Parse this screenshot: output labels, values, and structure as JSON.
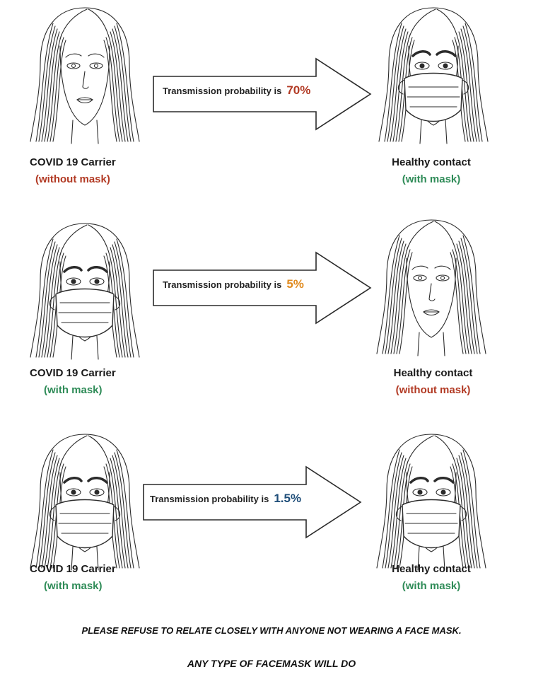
{
  "colors": {
    "red": "#b23a24",
    "green": "#2e8b57",
    "orange": "#e08a1e",
    "navy": "#1f4e79",
    "ink": "#2b2b2b"
  },
  "rows": [
    {
      "arrow_text": "Transmission probability is",
      "percent": "70%",
      "percent_color": "#b23a24",
      "left": {
        "title": "COVID 19 Carrier",
        "sub": "(without mask)",
        "sub_color": "#b23a24",
        "masked": false
      },
      "right": {
        "title": "Healthy contact",
        "sub": "(with mask)",
        "sub_color": "#2e8b57",
        "masked": true
      }
    },
    {
      "arrow_text": "Transmission probability is",
      "percent": "5%",
      "percent_color": "#e08a1e",
      "left": {
        "title": "COVID 19 Carrier",
        "sub": "(with mask)",
        "sub_color": "#2e8b57",
        "masked": true
      },
      "right": {
        "title": "Healthy contact",
        "sub": "(without mask)",
        "sub_color": "#b23a24",
        "masked": false
      }
    },
    {
      "arrow_text": "Transmission probability is",
      "percent": "1.5%",
      "percent_color": "#1f4e79",
      "left": {
        "title": "COVID 19 Carrier",
        "sub": "(with mask)",
        "sub_color": "#2e8b57",
        "masked": true
      },
      "right": {
        "title": "Healthy contact",
        "sub": "(with mask)",
        "sub_color": "#2e8b57",
        "masked": true
      }
    }
  ],
  "footer": {
    "line1": "PLEASE REFUSE TO RELATE CLOSELY WITH ANYONE NOT WEARING A FACE MASK.",
    "line2": "ANY TYPE OF FACEMASK WILL DO"
  }
}
